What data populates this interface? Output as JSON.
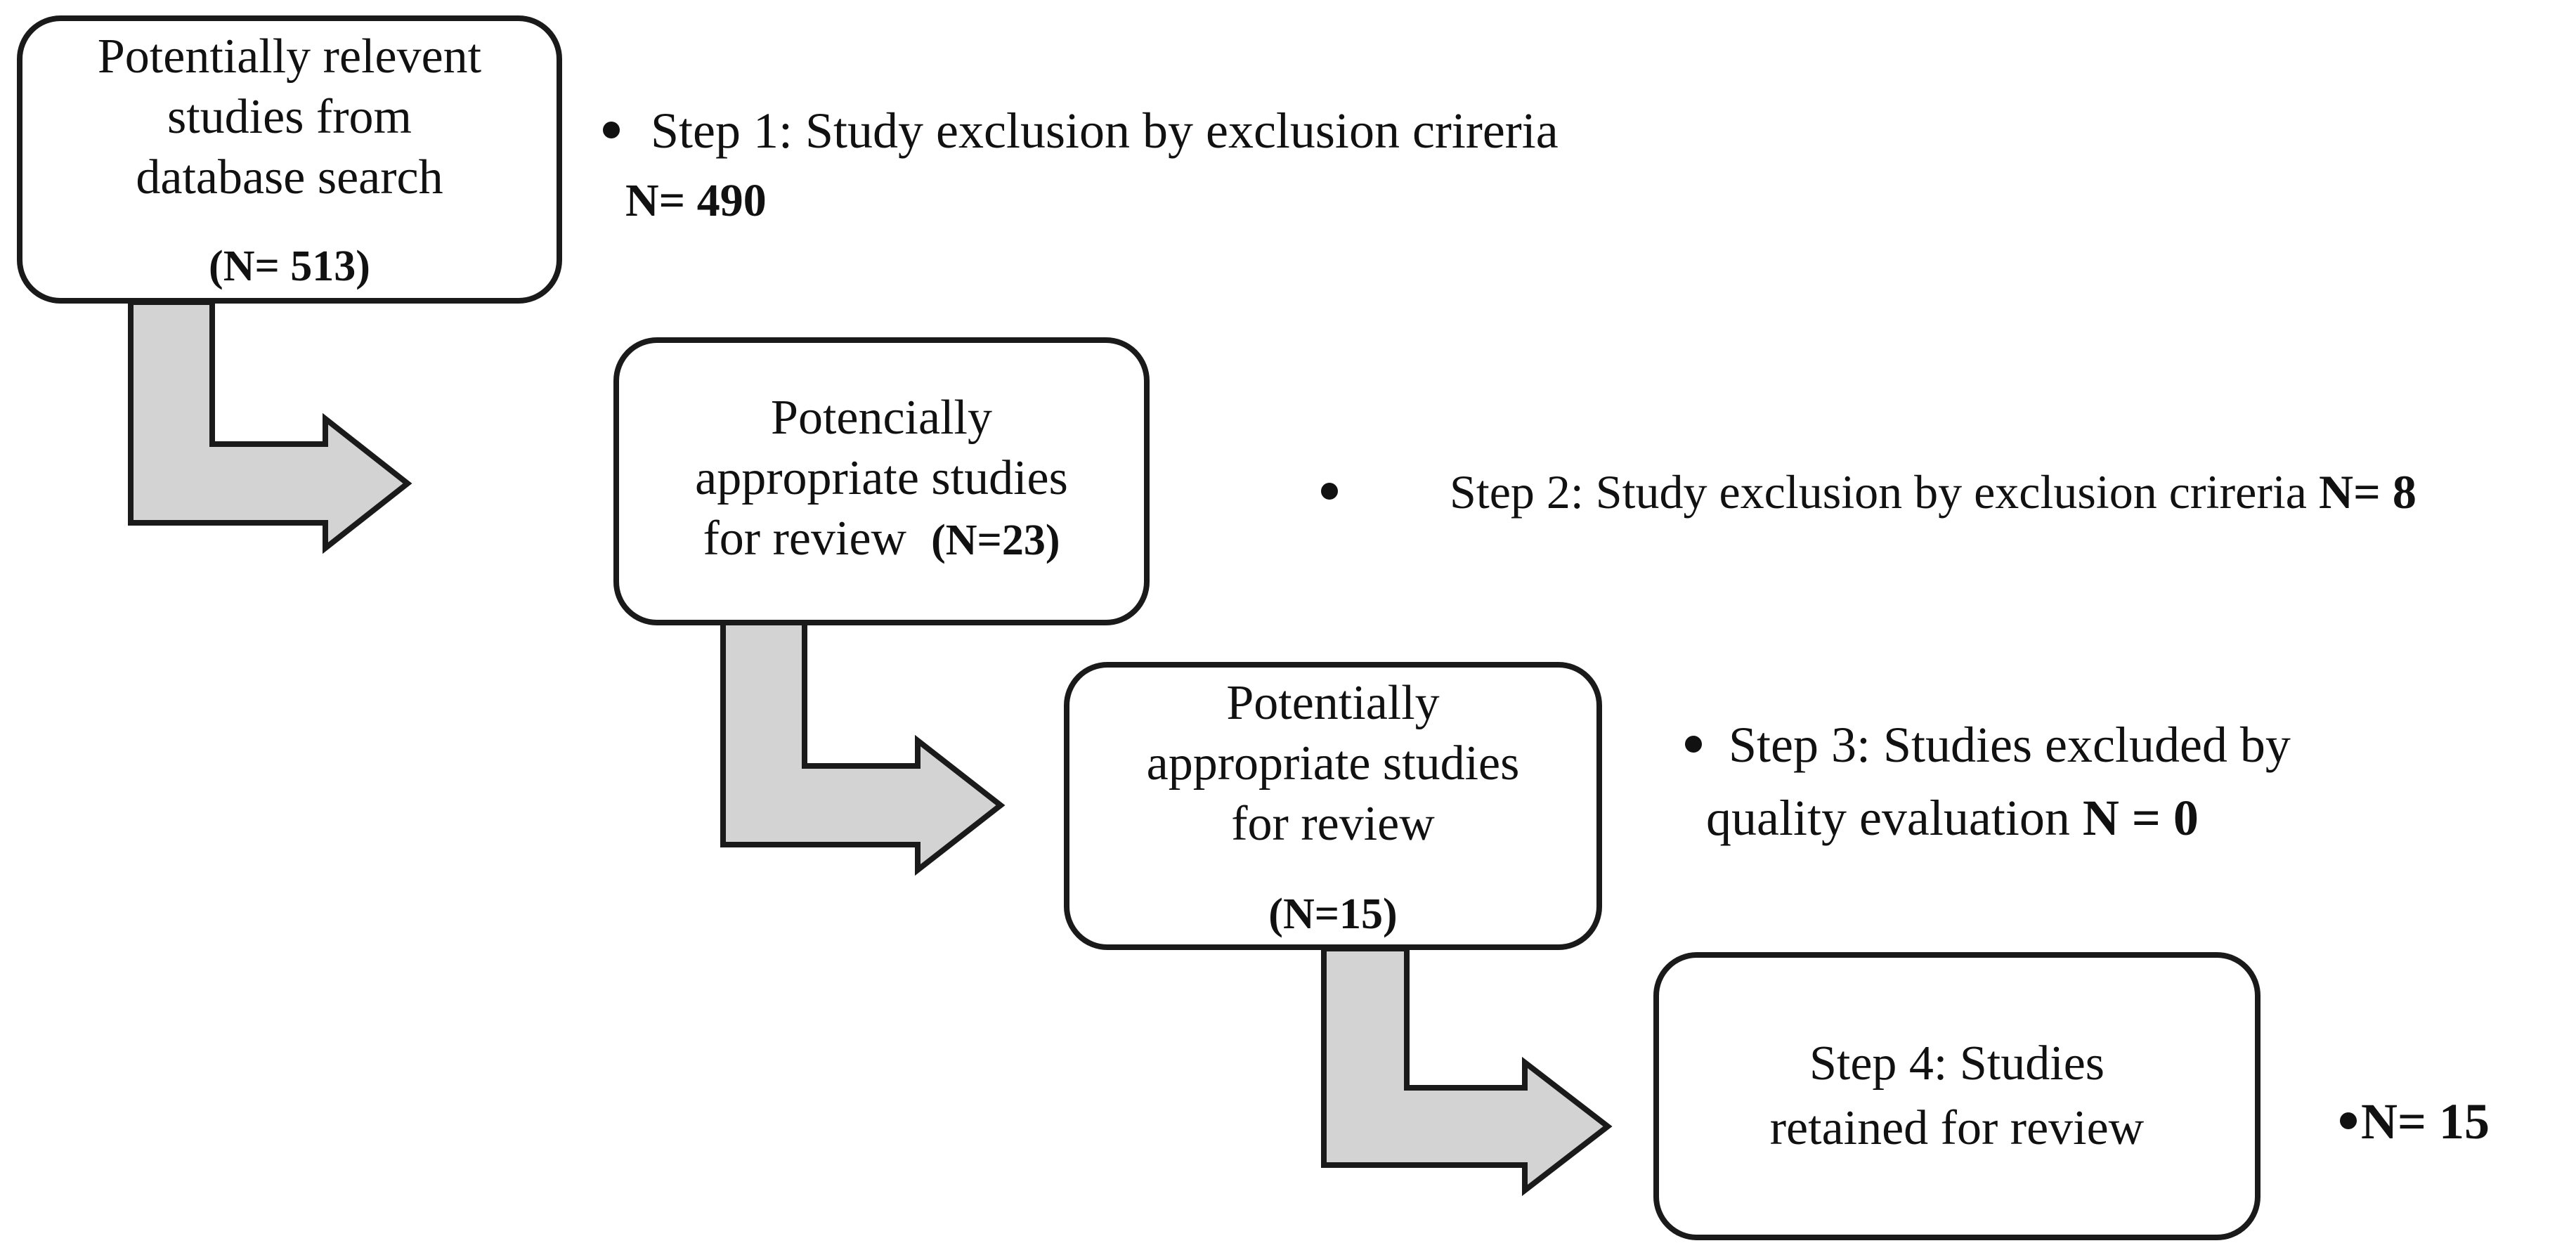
{
  "colors": {
    "box_border": "#1a1a1a",
    "arrow_fill": "#d3d3d3",
    "arrow_stroke": "#1a1a1a",
    "text": "#111111"
  },
  "boxes": [
    {
      "lines": [
        "Potentially relevent",
        "studies from",
        "database search"
      ],
      "count": "(N= 513)"
    },
    {
      "lines": [
        "Potencially",
        "appropriate studies",
        "for review"
      ],
      "count": "(N=23)"
    },
    {
      "lines": [
        "Potentially",
        "appropriate studies",
        "for review"
      ],
      "count": "(N=15)"
    },
    {
      "lines": [
        "Step 4: Studies",
        "retained for review"
      ]
    }
  ],
  "steps": [
    {
      "text": "Step 1: Study exclusion by exclusion crireria",
      "count": "N= 490"
    },
    {
      "text": "Step 2: Study exclusion by exclusion crireria",
      "count": "N= 8"
    },
    {
      "text_line1": "Step 3: Studies excluded by",
      "text_line2": "quality evaluation",
      "count": "N = 0"
    },
    {
      "count": "N= 15"
    }
  ],
  "arrows": [
    {
      "icon": "bent-arrow-icon"
    },
    {
      "icon": "bent-arrow-icon"
    },
    {
      "icon": "bent-arrow-icon"
    }
  ]
}
